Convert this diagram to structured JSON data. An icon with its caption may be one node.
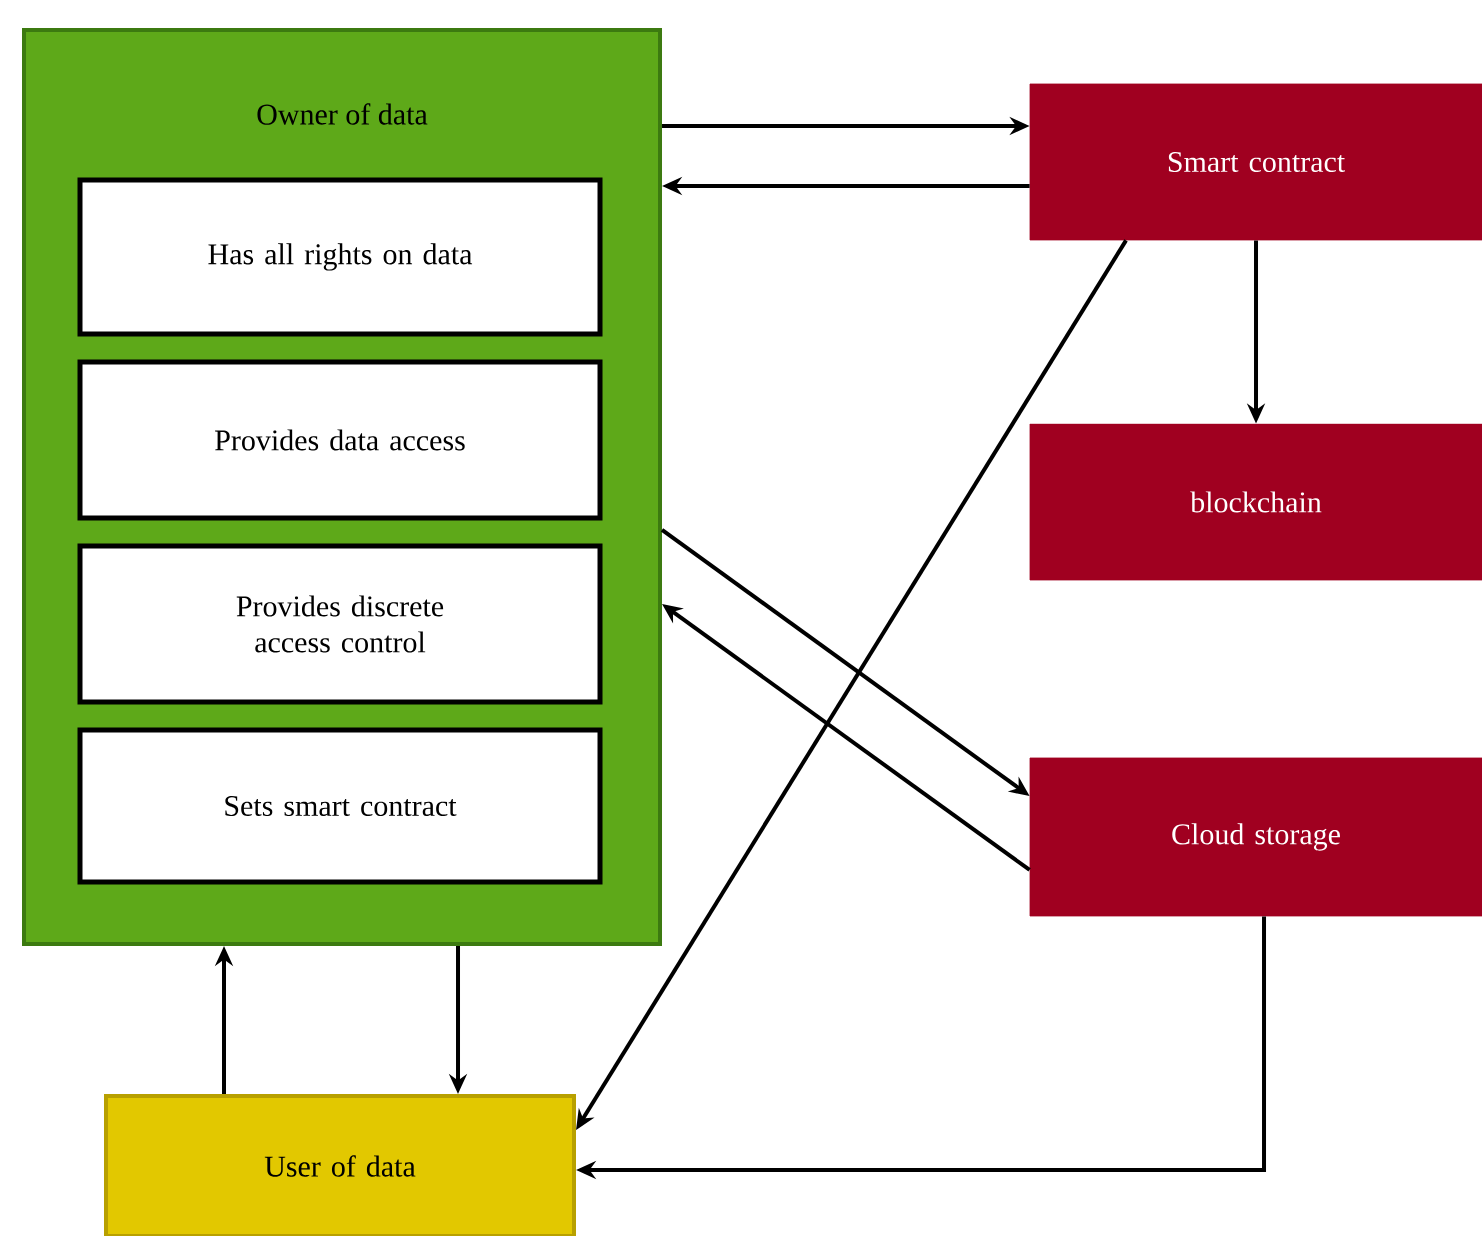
{
  "diagram": {
    "nodes": [
      {
        "text": [
          "Owner of data"
        ]
      },
      {
        "text": [
          "Has all rights on data"
        ],
        "in": 0
      },
      {
        "text": [
          "Provides data access"
        ],
        "in": 0
      },
      {
        "text": [
          "Provides discrete access control"
        ],
        "in": 0
      },
      {
        "text": [
          "Sets smart contract"
        ],
        "in": 0
      },
      {
        "text": [
          "Smart contract"
        ]
      },
      {
        "text": [
          "blockchain"
        ]
      },
      {
        "text": [
          "Cloud storage"
        ]
      },
      {
        "text": [
          "User of data"
        ]
      }
    ],
    "edges": [
      {
        "from": 0,
        "to": 5,
        "arrow": "to"
      },
      {
        "from": 5,
        "to": 0,
        "arrow": "to"
      },
      {
        "from": 5,
        "to": 6,
        "arrow": "to"
      },
      {
        "from": 0,
        "to": 7,
        "arrow": "to"
      },
      {
        "from": 7,
        "to": 0,
        "arrow": "to"
      },
      {
        "from": 5,
        "to": 8,
        "arrow": "to"
      },
      {
        "from": 7,
        "to": 8,
        "arrow": "to"
      },
      {
        "from": 8,
        "to": 0,
        "arrow": "to"
      },
      {
        "from": 0,
        "to": 8,
        "arrow": "to"
      }
    ]
  }
}
